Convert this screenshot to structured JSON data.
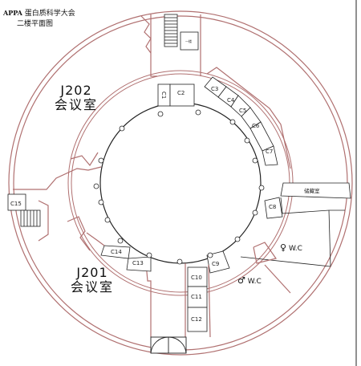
{
  "header": {
    "org": "APPA",
    "title": "蛋白质科学大会",
    "subtitle": "二楼平面图"
  },
  "rooms": {
    "j202": {
      "code": "J202",
      "name": "会议室"
    },
    "j201": {
      "code": "J201",
      "name": "会议室"
    }
  },
  "booths": [
    "C1",
    "C2",
    "C3",
    "C4",
    "C5",
    "C6",
    "C7",
    "C8",
    "C9",
    "C10",
    "C11",
    "C12",
    "C13",
    "C14",
    "C15"
  ],
  "storage_label": "储藏室",
  "stair_label": "一楼",
  "restrooms": [
    {
      "label": "W.C",
      "icon": "female-restroom-icon"
    },
    {
      "label": "W.C",
      "icon": "male-restroom-icon"
    }
  ],
  "colors": {
    "wall": "#b07070",
    "line": "#222222"
  }
}
